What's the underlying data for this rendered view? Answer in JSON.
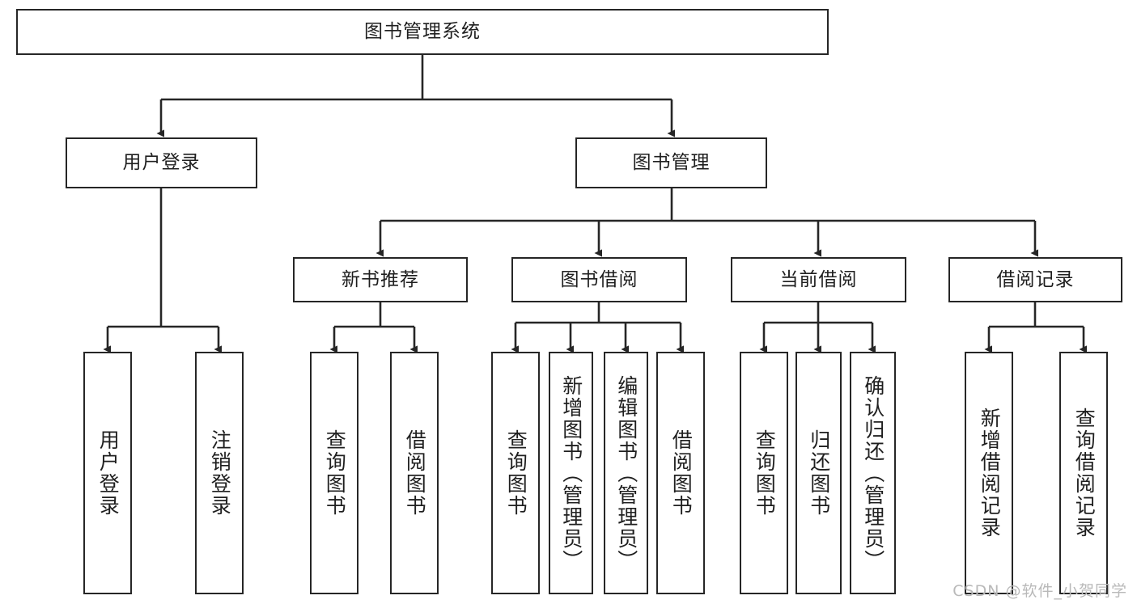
{
  "diagram": {
    "title": "图书管理系统",
    "root": {
      "label": "图书管理系统"
    },
    "level2": [
      {
        "label": "用户登录"
      },
      {
        "label": "图书管理"
      }
    ],
    "level3": [
      {
        "label": "新书推荐"
      },
      {
        "label": "图书借阅"
      },
      {
        "label": "当前借阅"
      },
      {
        "label": "借阅记录"
      }
    ],
    "leaves": {
      "user_login": [
        {
          "label": "用户登录"
        },
        {
          "label": "注销登录"
        }
      ],
      "new_book": [
        {
          "label": "查询图书"
        },
        {
          "label": "借阅图书"
        }
      ],
      "book_borrow": [
        {
          "label": "查询图书"
        },
        {
          "label": "新增图书（管理员）"
        },
        {
          "label": "编辑图书（管理员）"
        },
        {
          "label": "借阅图书"
        }
      ],
      "current_borrow": [
        {
          "label": "查询图书"
        },
        {
          "label": "归还图书"
        },
        {
          "label": "确认归还（管理员）"
        }
      ],
      "borrow_record": [
        {
          "label": "新增借阅记录"
        },
        {
          "label": "查询借阅记录"
        }
      ]
    }
  },
  "watermark": {
    "text": "CSDN @软件_小贺同学"
  },
  "colors": {
    "stroke": "#262626",
    "text": "#1f1f1f",
    "background": "#ffffff",
    "watermark": "#b9b9b9"
  }
}
